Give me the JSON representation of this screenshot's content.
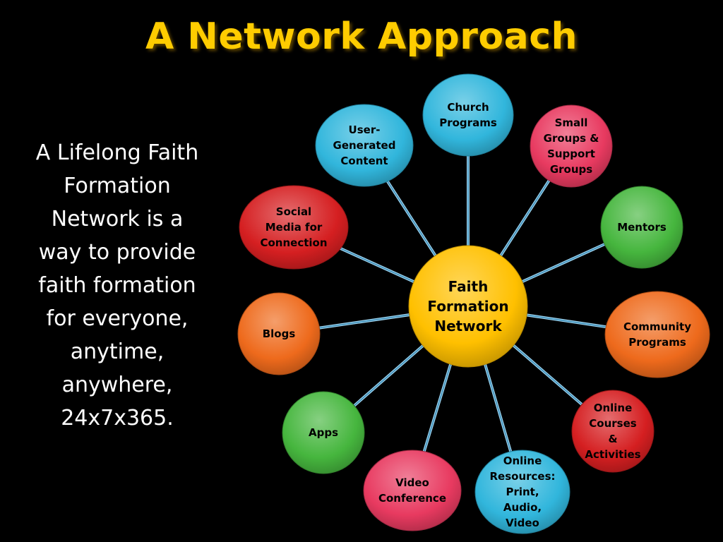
{
  "title": "A Network Approach",
  "description_lines": [
    "A Lifelong Faith",
    "Formation",
    "Network is a",
    "way to provide",
    "faith formation",
    "for everyone,",
    "anytime,",
    "anywhere,",
    "24x7x365."
  ],
  "hub": {
    "lines": [
      "Faith",
      "Formation",
      "Network"
    ],
    "color": "#ffc000"
  },
  "nodes": [
    {
      "id": "church-programs",
      "lines": [
        "Church",
        "Programs"
      ],
      "color": "#31b6dc"
    },
    {
      "id": "small-groups",
      "lines": [
        "Small",
        "Groups &",
        "Support",
        "Groups"
      ],
      "color": "#e83a60"
    },
    {
      "id": "mentors",
      "lines": [
        "Mentors"
      ],
      "color": "#46b63e"
    },
    {
      "id": "community-programs",
      "lines": [
        "Community",
        "Programs"
      ],
      "color": "#ee6a1c"
    },
    {
      "id": "online-courses",
      "lines": [
        "Online",
        "Courses",
        "&",
        "Activities"
      ],
      "color": "#d51f21"
    },
    {
      "id": "online-resources",
      "lines": [
        "Online",
        "Resources:",
        "Print,",
        "Audio,",
        "Video"
      ],
      "color": "#31b6dc"
    },
    {
      "id": "video-conference",
      "lines": [
        "Video",
        "Conference"
      ],
      "color": "#e83a60"
    },
    {
      "id": "apps",
      "lines": [
        "Apps"
      ],
      "color": "#46b63e"
    },
    {
      "id": "blogs",
      "lines": [
        "Blogs"
      ],
      "color": "#ee6a1c"
    },
    {
      "id": "social-media",
      "lines": [
        "Social",
        "Media for",
        "Connection"
      ],
      "color": "#d51f21"
    },
    {
      "id": "user-generated",
      "lines": [
        "User-",
        "Generated",
        "Content"
      ],
      "color": "#31b6dc"
    }
  ]
}
